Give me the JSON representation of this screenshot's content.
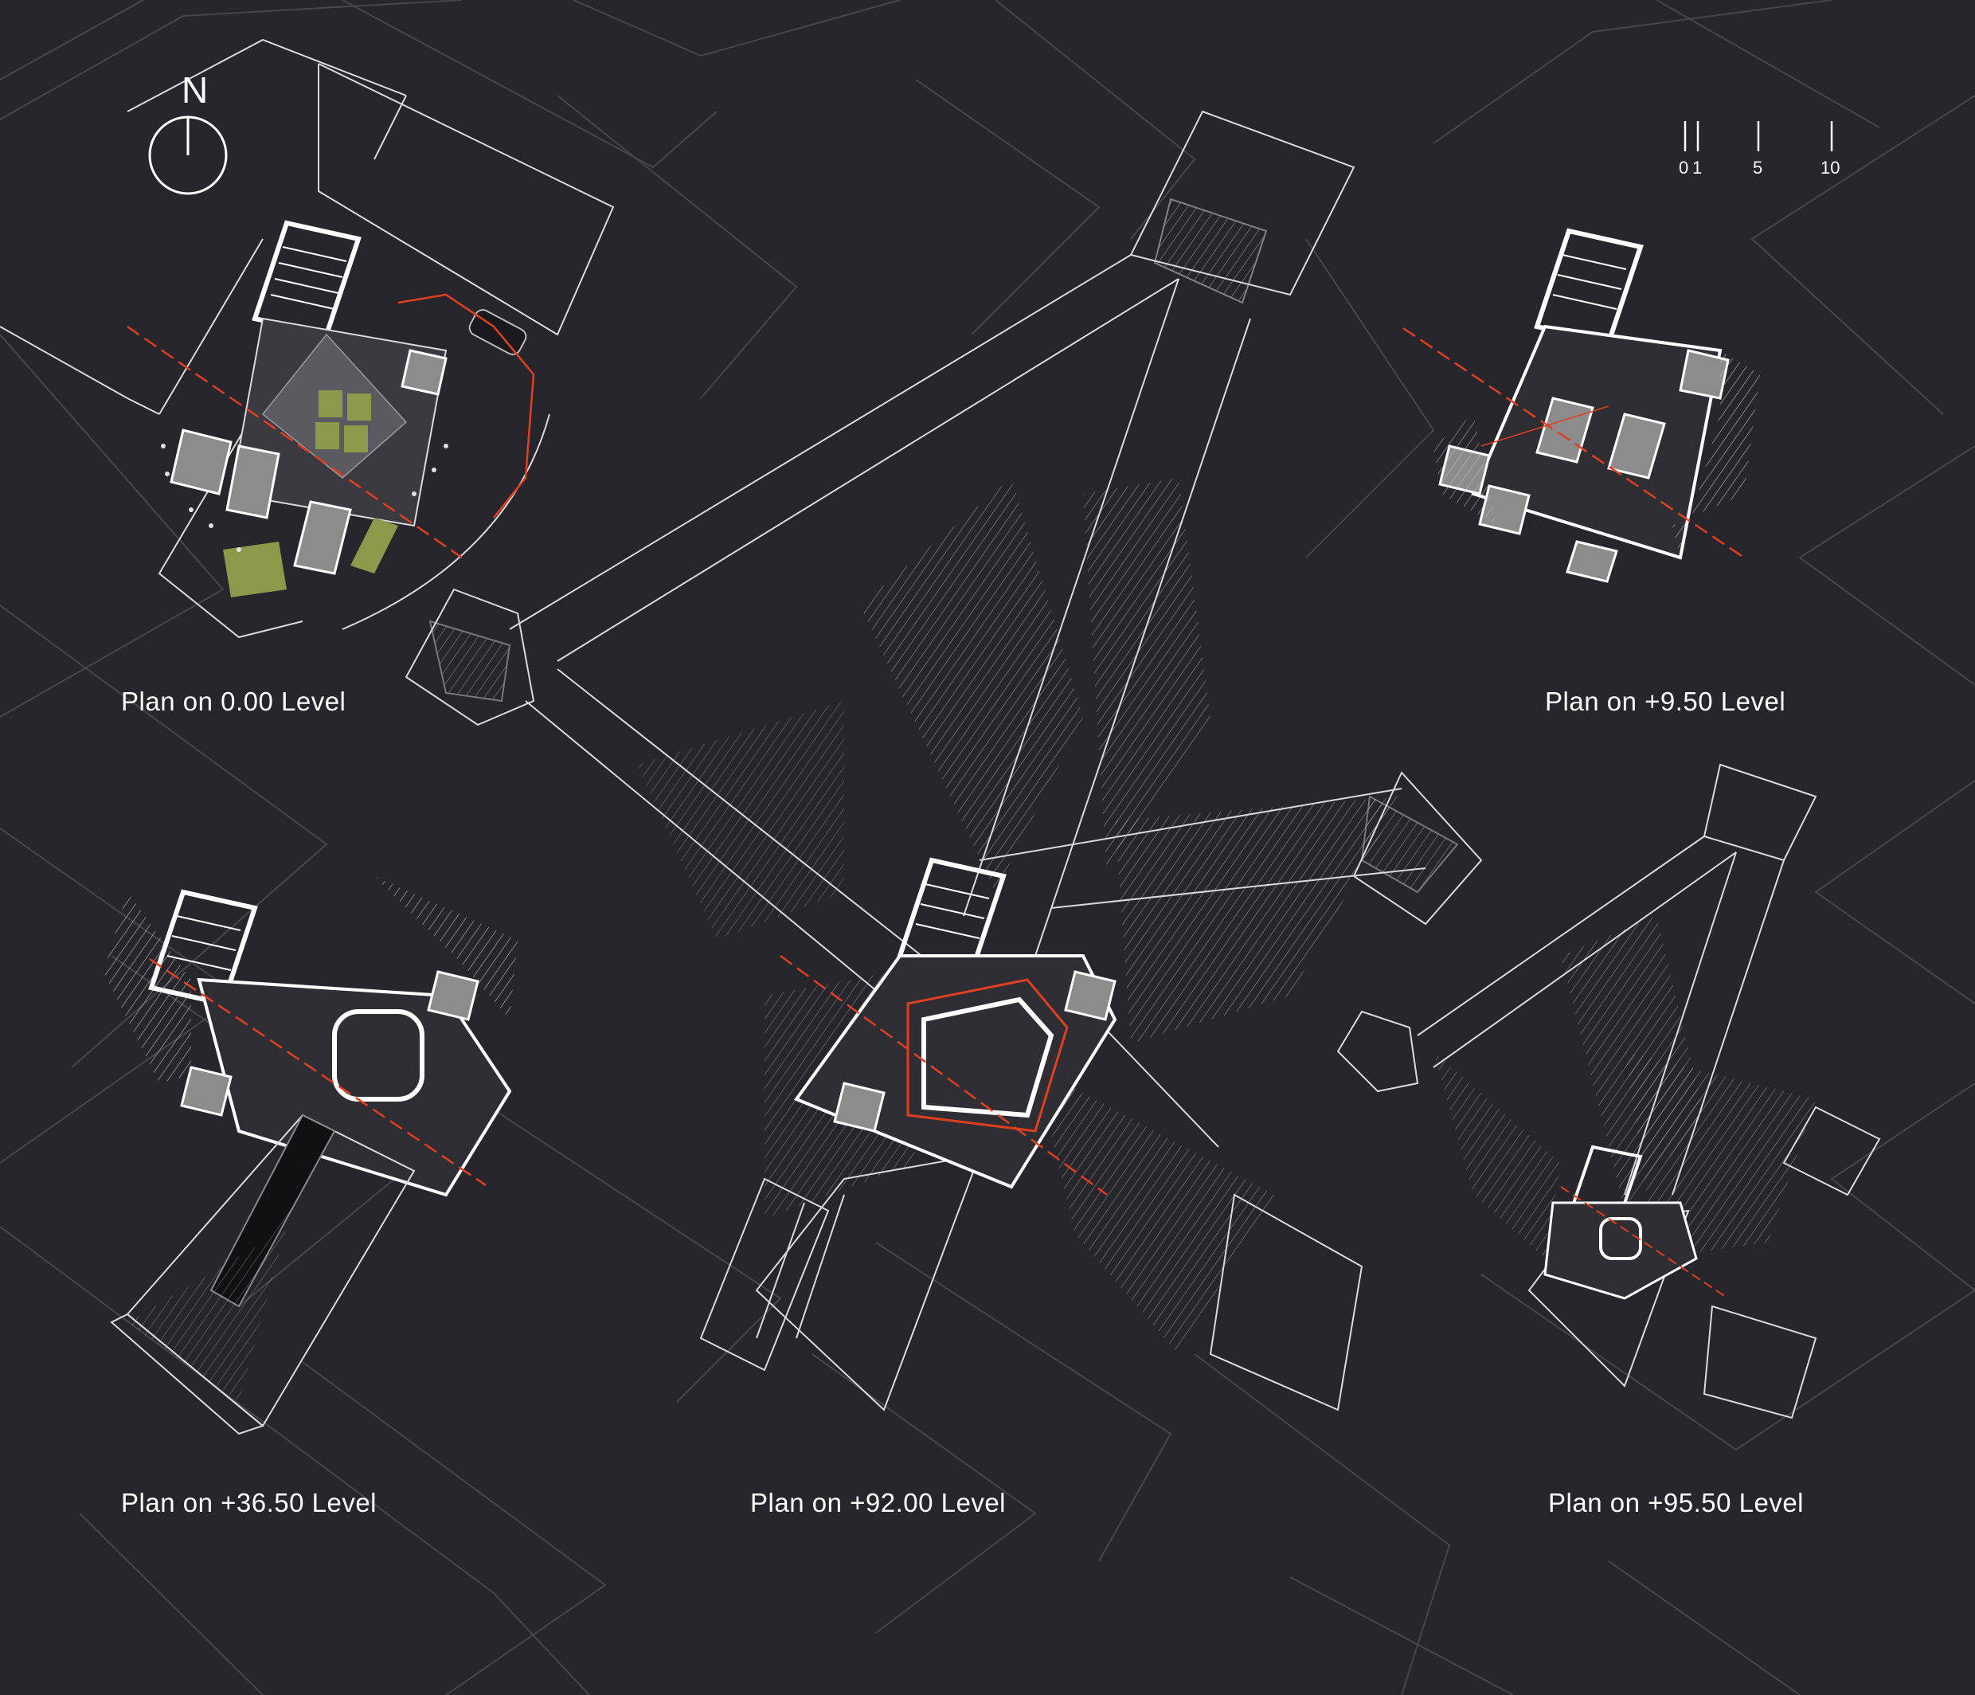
{
  "colors": {
    "background": "#26262c",
    "linework": "#d9d9de",
    "context": "#4a4a52",
    "accent": "#e0401f",
    "green": "#8a9a4a",
    "grey_fill": "#8c8c8c"
  },
  "compass": {
    "letter": "N"
  },
  "scale_bar": {
    "ticks": [
      "0",
      "1",
      "5",
      "10"
    ]
  },
  "plans": [
    {
      "label": "Plan on 0.00 Level"
    },
    {
      "label": "Plan on +9.50 Level"
    },
    {
      "label": "Plan on +36.50 Level"
    },
    {
      "label": "Plan on +92.00 Level"
    },
    {
      "label": "Plan on +95.50 Level"
    }
  ]
}
